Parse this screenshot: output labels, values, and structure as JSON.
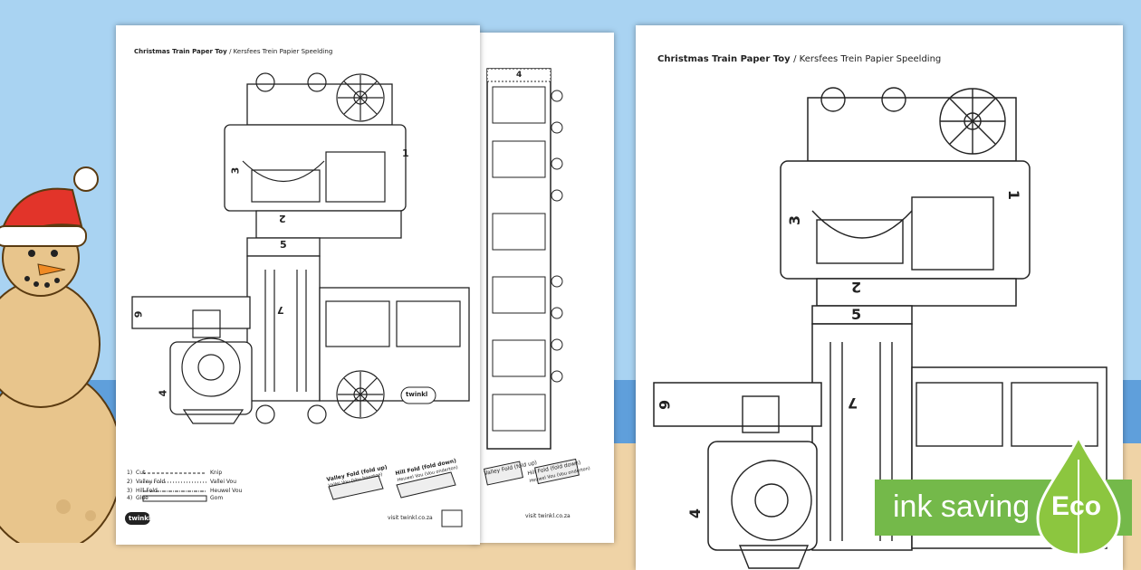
{
  "sheet_front": {
    "title": "Christmas Train Paper Toy",
    "title_sub": "/ Kersfees Trein Papier Speelding",
    "piece_numbers": [
      "1",
      "2",
      "3",
      "4",
      "5",
      "6",
      "7"
    ],
    "legend": [
      {
        "num": "1)",
        "en": "Cut",
        "af": "Knip"
      },
      {
        "num": "2)",
        "en": "Valley Fold",
        "af": "Vallei Vou"
      },
      {
        "num": "3)",
        "en": "Hill Fold",
        "af": "Heuwel Vou"
      },
      {
        "num": "4)",
        "en": "Glue",
        "af": "Gom"
      }
    ],
    "valley_fold_label": "Valley Fold (fold up)",
    "valley_fold_sub": "Vallei Vou (Vou boontoe)",
    "hill_fold_label": "Hill Fold (fold down)",
    "hill_fold_sub": "Heuwel Vou (Vou onderton)",
    "footer_url": "visit twinkl.co.za",
    "logo": "twinkl"
  },
  "sheet_back": {
    "piece_numbers": [
      "4"
    ],
    "valley_fold_label": "Valley Fold (fold up)",
    "hill_fold_label": "Hill Fold (fold down)",
    "hill_fold_sub": "Heuwel Vou (Vou onderton)",
    "footer_url": "visit twinkl.co.za"
  },
  "sheet_preview": {
    "title": "Christmas Train Paper Toy",
    "title_sub": "/ Kersfees Trein Papier Speelding",
    "piece_numbers": [
      "1",
      "2",
      "3",
      "4",
      "5",
      "6",
      "7"
    ]
  },
  "badge": {
    "label": "ink saving",
    "eco": "Eco",
    "color": "#74b94a",
    "drop_color": "#8cc63f"
  },
  "colors": {
    "sky": "#a9d3f2",
    "sea": "#5f9fdb",
    "sand": "#efd3a6",
    "hat": "#e2342a"
  }
}
